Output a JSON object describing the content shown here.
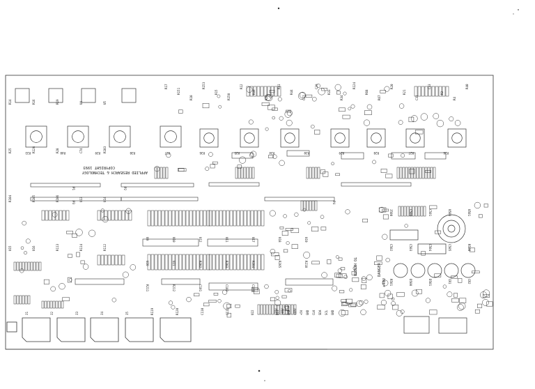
{
  "board": {
    "copyright": [
      "APPLIED RESEARCH & TECHNOLOGY",
      "COPYRIGHT 1993"
    ],
    "top_labels": [
      "R17",
      "R151",
      "R10",
      "R153",
      "R15",
      "R150",
      "R12",
      "R49",
      "R26",
      "R41",
      "R44",
      "C17",
      "C29",
      "R33",
      "R34",
      "R124",
      "R68",
      "R67",
      "R20",
      "R21",
      "C32",
      "C33",
      "R3",
      "R4",
      "R40"
    ],
    "pot_labels": [
      "R33",
      "R40",
      "R39",
      "R38",
      "R37",
      "R36",
      "R35",
      "R34",
      "R30",
      "R29",
      "R28",
      "R27",
      "R26"
    ],
    "left_labels": [
      "R14",
      "R16",
      "R19",
      "U4",
      "U5",
      "R25",
      "R126",
      "R28",
      "C74",
      "R103",
      "R104",
      "R105",
      "R106",
      "U13",
      "U14",
      "U15",
      "U16",
      "R113",
      "R114",
      "R112"
    ],
    "center_labels": [
      "U9",
      "U10",
      "U12",
      "U11",
      "U17",
      "U18",
      "U19",
      "U20",
      "U21",
      "R202",
      "R203",
      "R204",
      "R205",
      "R210",
      "R211",
      "R212",
      "C101",
      "C102",
      "C103"
    ],
    "right_labels": [
      "J500",
      "C500",
      "C501",
      "U500",
      "U501",
      "C502",
      "C503",
      "C504",
      "C505",
      "R500",
      "R501",
      "D500",
      "D501",
      "CR1",
      "CR2"
    ],
    "bottom_labels": [
      "J1",
      "J2",
      "J3",
      "J4",
      "J5",
      "R119",
      "R120",
      "C110",
      "C111",
      "U22",
      "U23"
    ],
    "misc_labels": [
      "P1",
      "P2",
      "P3",
      "P4",
      "TO HEADER"
    ],
    "warning": [
      "DANGER",
      "+40V"
    ],
    "pin_list": [
      "+15V",
      "-15V",
      "GND",
      "+40V",
      "+5V",
      "GND",
      "CLK",
      "SDA",
      "SCL",
      "GND"
    ]
  }
}
